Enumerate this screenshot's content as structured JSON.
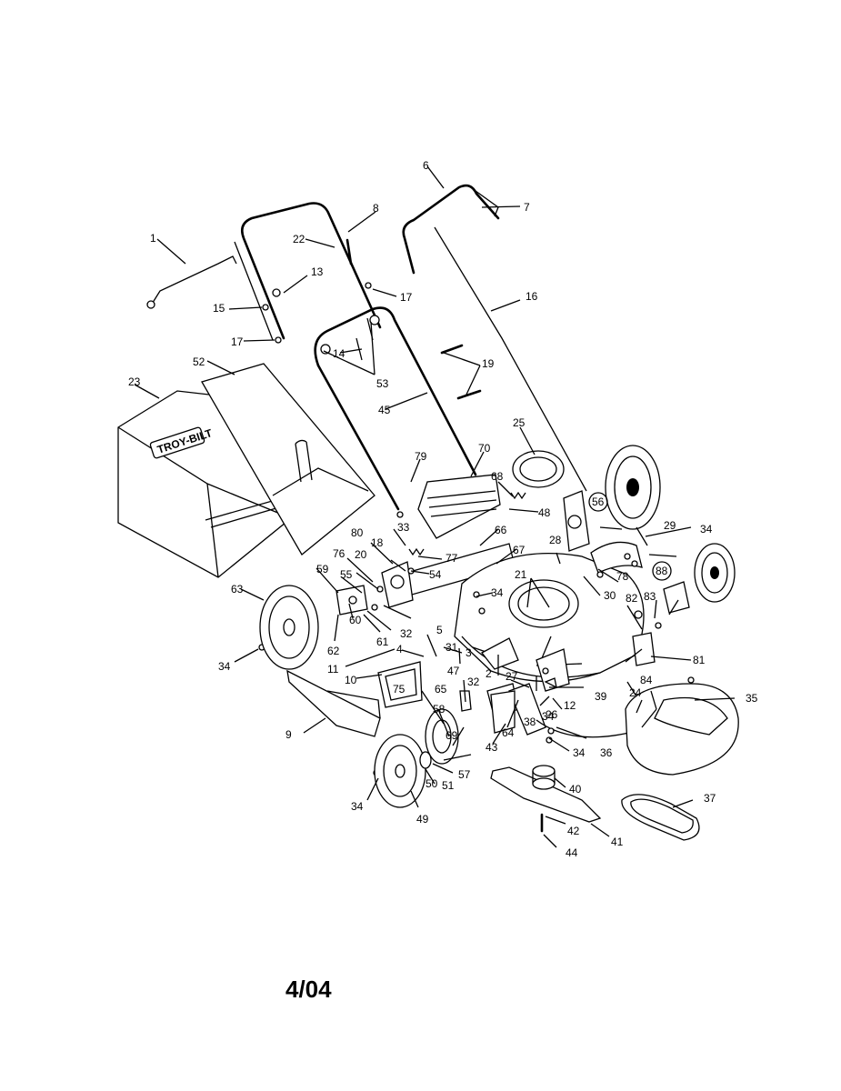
{
  "diagram": {
    "brand_badge": "TROY-BILT",
    "date_code": "4/04",
    "labels": [
      "1",
      "2",
      "3",
      "4",
      "5",
      "6",
      "7",
      "8",
      "9",
      "10",
      "11",
      "12",
      "13",
      "14",
      "15",
      "16",
      "17",
      "17",
      "18",
      "19",
      "20",
      "21",
      "22",
      "23",
      "24",
      "25",
      "26",
      "27",
      "28",
      "29",
      "30",
      "31",
      "32",
      "32",
      "33",
      "34",
      "34",
      "34",
      "34",
      "34",
      "34",
      "35",
      "36",
      "37",
      "38",
      "39",
      "40",
      "41",
      "42",
      "43",
      "44",
      "45",
      "47",
      "48",
      "49",
      "50",
      "51",
      "52",
      "53",
      "54",
      "55",
      "56",
      "57",
      "58",
      "59",
      "60",
      "61",
      "62",
      "63",
      "64",
      "65",
      "66",
      "67",
      "68",
      "69",
      "70",
      "75",
      "76",
      "77",
      "78",
      "79",
      "80",
      "81",
      "82",
      "83",
      "84",
      "88"
    ]
  }
}
